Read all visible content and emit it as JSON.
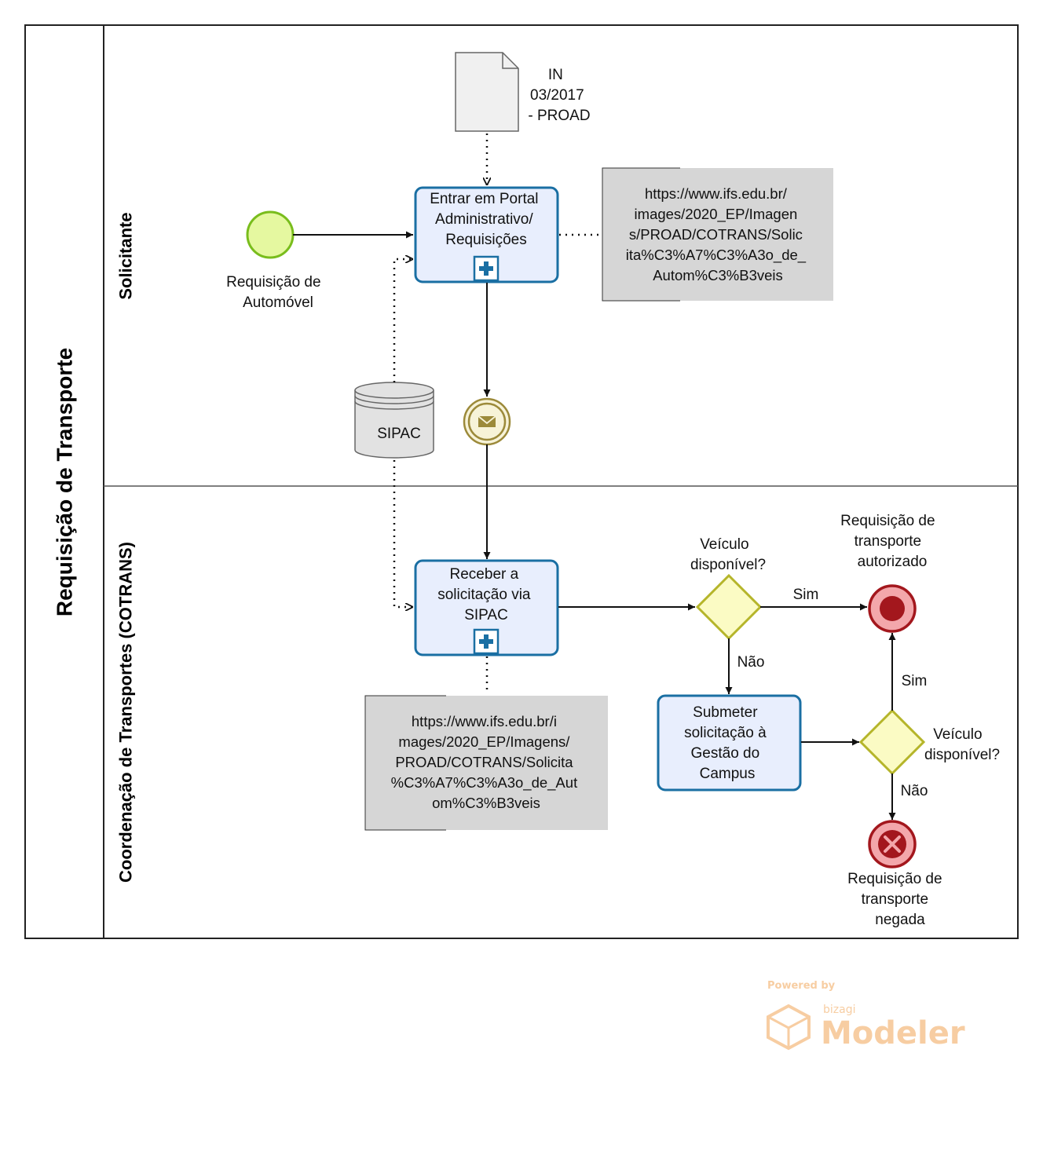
{
  "pool": {
    "title": "Requisição de Transporte"
  },
  "lanes": [
    {
      "id": "solicitante",
      "title": "Solicitante"
    },
    {
      "id": "cotrans",
      "title": "Coordenação de Transportes (COTRANS)"
    }
  ],
  "document": {
    "lines": [
      "IN",
      "03/2017",
      "- PROAD"
    ]
  },
  "start_event": {
    "lines": [
      "Requisição de",
      "Automóvel"
    ]
  },
  "task_portal": {
    "lines": [
      "Entrar em Portal",
      "Administrativo/",
      "Requisições"
    ]
  },
  "annotation_top": {
    "lines": [
      "https://www.ifs.edu.br/",
      "images/2020_EP/Imagen",
      "s/PROAD/COTRANS/Solic",
      "ita%C3%A7%C3%A3o_de_",
      "Autom%C3%B3veis"
    ]
  },
  "datastore": {
    "label": "SIPAC"
  },
  "task_receber": {
    "lines": [
      "Receber a",
      "solicitação via",
      "SIPAC"
    ]
  },
  "annotation_bottom": {
    "lines": [
      "https://www.ifs.edu.br/i",
      "mages/2020_EP/Imagens/",
      "PROAD/COTRANS/Solicita",
      "%C3%A7%C3%A3o_de_Aut",
      "om%C3%B3veis"
    ]
  },
  "gateway_1": {
    "lines": [
      "Veículo",
      "disponível?"
    ]
  },
  "gateway_2": {
    "lines": [
      "Veículo",
      "disponível?"
    ]
  },
  "task_submeter": {
    "lines": [
      "Submeter",
      "solicitação à",
      "Gestão do",
      "Campus"
    ]
  },
  "end_authorized": {
    "lines": [
      "Requisição de",
      "transporte",
      "autorizado"
    ]
  },
  "end_denied": {
    "lines": [
      "Requisição de",
      "transporte",
      "negada"
    ]
  },
  "flow_labels": {
    "g1_yes": "Sim",
    "g1_no": "Não",
    "g2_yes": "Sim",
    "g2_no": "Não"
  },
  "watermark": {
    "powered": "Powered by",
    "brand": "bizagi",
    "product": "Modeler"
  },
  "colors": {
    "task_fill": "#e8eefd",
    "task_stroke": "#1a6fa3",
    "start_fill": "#e5f8a0",
    "start_stroke": "#79bd1c",
    "gateway_fill": "#fbfbc4",
    "gateway_stroke": "#b5b52a",
    "end_fill": "#f3a7ab",
    "end_stroke": "#a3171d",
    "annotation_fill": "#d6d6d6",
    "intermediate_stroke": "#9c8a3a"
  }
}
